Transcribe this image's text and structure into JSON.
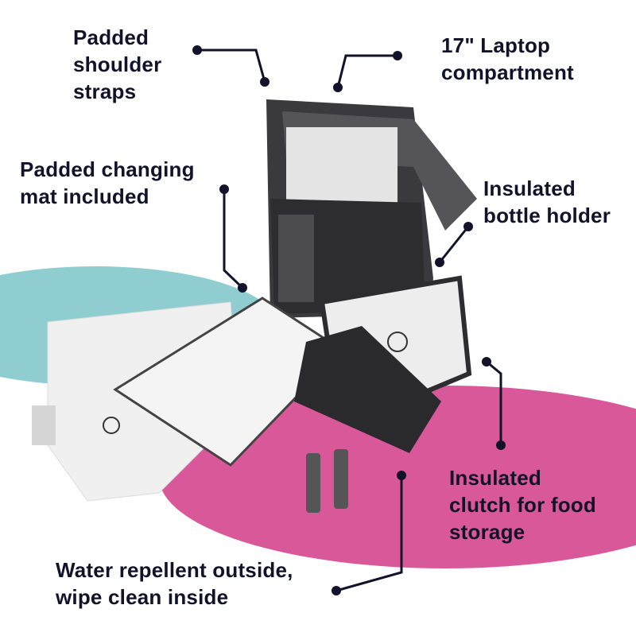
{
  "callouts": {
    "shoulder_straps": "Padded\nshoulder\nstraps",
    "laptop": "17\" Laptop\ncompartment",
    "changing_mat": "Padded changing\nmat included",
    "bottle_holder": "Insulated\nbottle holder",
    "clutch": "Insulated\nclutch for food\nstorage",
    "water_repellent": "Water repellent outside,\nwipe clean inside"
  },
  "colors": {
    "text": "#12122a",
    "teal": "#8fcdd0",
    "pink": "#d9589a",
    "bag": "#3a3a3e",
    "mat": "#eeeeee"
  }
}
